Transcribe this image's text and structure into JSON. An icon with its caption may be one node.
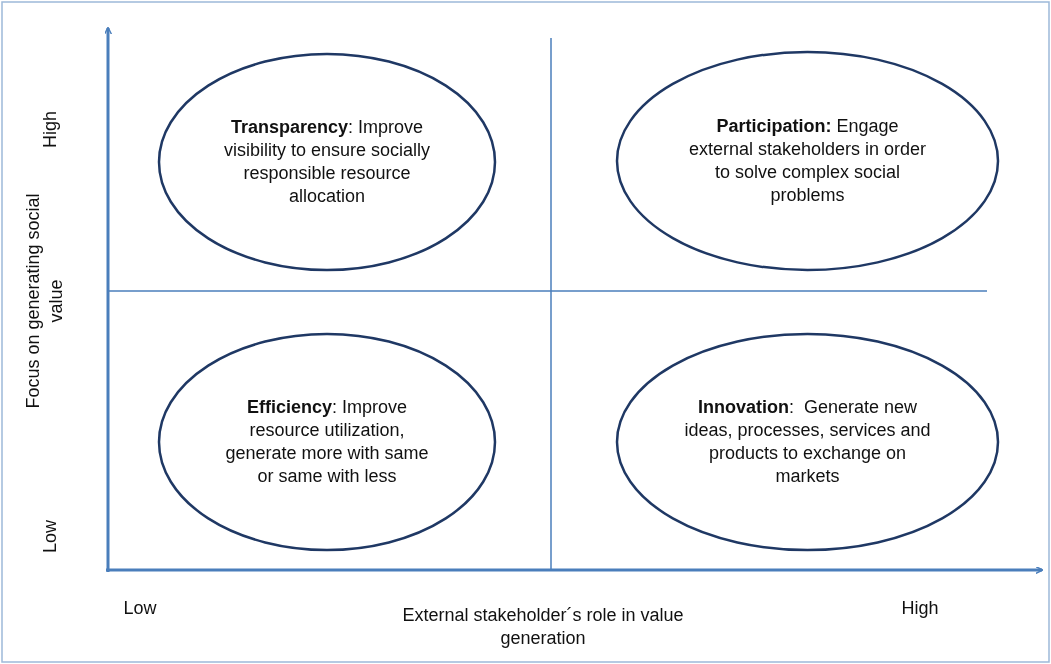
{
  "diagram": {
    "nodes": [
      {
        "text": [
          "**Transparency**: Improve visibility to ensure socially responsible resource allocation"
        ]
      },
      {
        "text": [
          "**Participation:** Engage external stakeholders in order to solve complex social problems"
        ]
      },
      {
        "text": [
          "**Efficiency**: Improve resource utilization, generate more with same or same with less"
        ]
      },
      {
        "text": [
          "**Innovation**:  Generate new ideas, processes, services and products to exchange on markets"
        ]
      }
    ],
    "labels": [
      "High",
      "Focus on generating social value",
      "Low",
      "Low",
      "External stakeholder´s role in value generation",
      "High"
    ]
  }
}
